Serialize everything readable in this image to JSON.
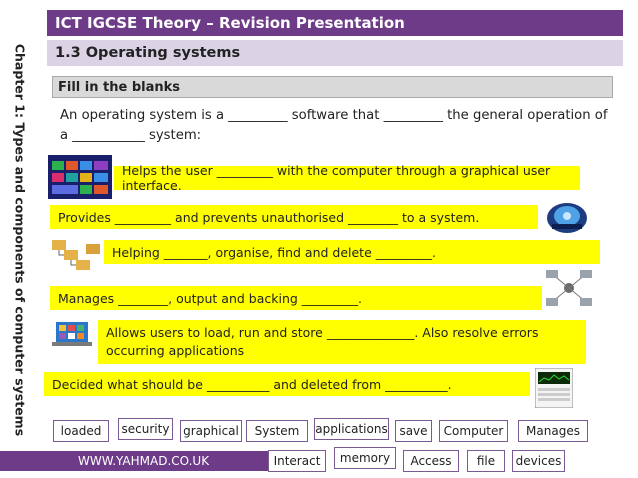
{
  "sidebar": {
    "label": "Chapter 1: Types and components of computer systems"
  },
  "header": {
    "title": "ICT IGCSE Theory – Revision Presentation",
    "subtitle": "1.3 Operating systems"
  },
  "section": {
    "title": "Fill in the blanks"
  },
  "intro": "An operating system is a _________ software that _________ the general operation of a ___________ system:",
  "blanks": [
    "Helps the user _________ with the computer through a graphical user interface.",
    "Provides _________ and prevents unauthorised ________ to a system.",
    "Helping _______, organise, find and delete _________.",
    "Manages ________, output and backing _________.",
    "Allows users to load, run and store ______________. Also resolve errors occurring applications",
    "Decided what should be __________ and deleted from __________."
  ],
  "word_bank_row1": [
    "loaded",
    "security",
    "graphical",
    "System",
    "applications",
    "save",
    "Computer",
    "Manages"
  ],
  "word_bank_row2": [
    "Interact",
    "memory",
    "Access",
    "file",
    "devices"
  ],
  "footer": {
    "url": "WWW.YAHMAD.CO.UK"
  },
  "colors": {
    "accent": "#6d3b87",
    "subtitle_bg": "#dcd2e6",
    "highlight": "#ffff00"
  },
  "icons": [
    "windows-tiles-icon",
    "security-shield-icon",
    "file-folders-icon",
    "network-devices-icon",
    "laptop-apps-icon",
    "task-manager-icon"
  ]
}
